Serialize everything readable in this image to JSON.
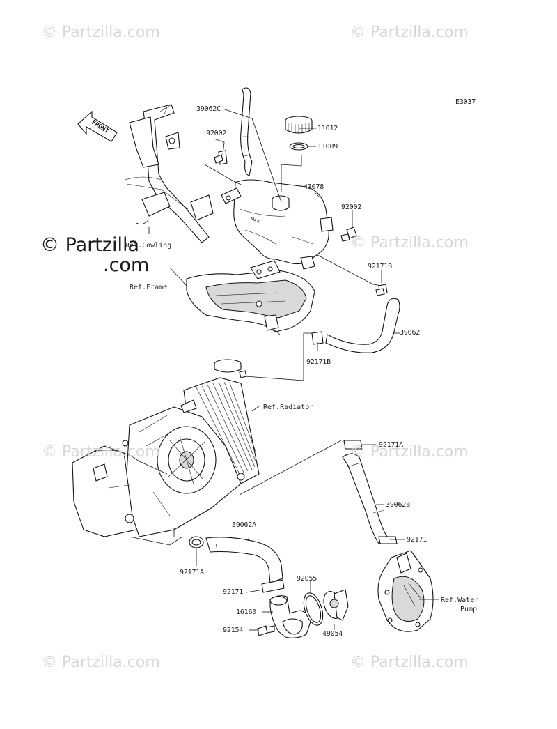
{
  "diagram_code": "E3037",
  "watermarks": {
    "faint": "© Partzilla.com",
    "main_line1": "© Partzilla",
    "main_line2": ".com"
  },
  "front_arrow_label": "FRONT",
  "parts": [
    {
      "id": "p-39062C",
      "number": "39062C"
    },
    {
      "id": "p-11012",
      "number": "11012"
    },
    {
      "id": "p-92002a",
      "number": "92002"
    },
    {
      "id": "p-11009",
      "number": "11009"
    },
    {
      "id": "p-43078",
      "number": "43078"
    },
    {
      "id": "p-92002b",
      "number": "92002"
    },
    {
      "id": "p-92171B-a",
      "number": "92171B"
    },
    {
      "id": "p-39062",
      "number": "39062"
    },
    {
      "id": "p-92171B-b",
      "number": "92171B"
    },
    {
      "id": "p-92171A-a",
      "number": "92171A"
    },
    {
      "id": "p-39062B",
      "number": "39062B"
    },
    {
      "id": "p-92171",
      "number": "92171"
    },
    {
      "id": "p-39062A",
      "number": "39062A"
    },
    {
      "id": "p-92171A-b",
      "number": "92171A"
    },
    {
      "id": "p-92055",
      "number": "92055"
    },
    {
      "id": "p-92171b",
      "number": "92171"
    },
    {
      "id": "p-16160",
      "number": "16160"
    },
    {
      "id": "p-92154",
      "number": "92154"
    },
    {
      "id": "p-49054",
      "number": "49054"
    }
  ],
  "references": {
    "cowling": "Ref.Cowling",
    "frame": "Ref.Frame",
    "radiator": "Ref.Radiator",
    "water_pump_line1": "Ref.Water",
    "water_pump_line2": "Pump"
  },
  "colors": {
    "line": "#111111",
    "watermark": "#d7d7d7",
    "background": "#ffffff"
  }
}
